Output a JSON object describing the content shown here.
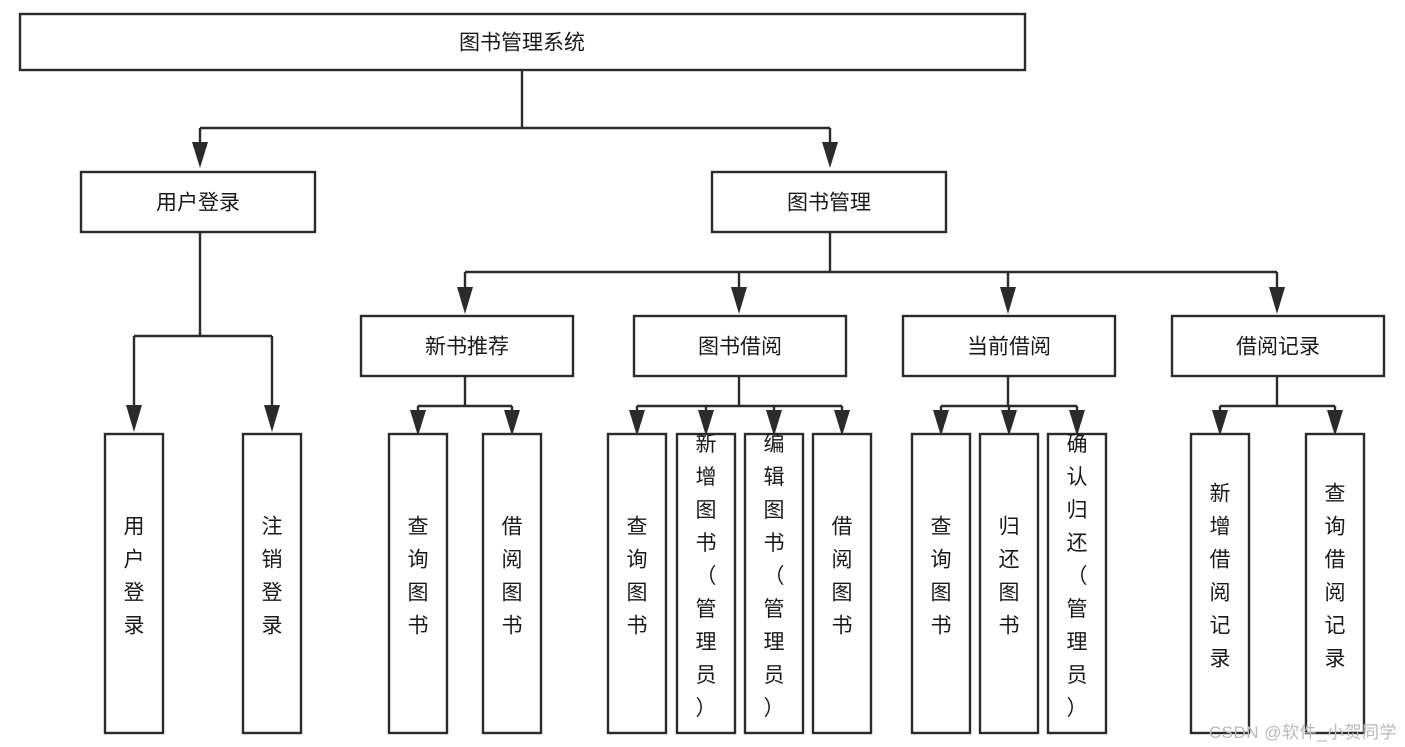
{
  "diagram": {
    "type": "tree-hierarchy",
    "title": "图书管理系统",
    "orientation": "top-down",
    "colors": {
      "box_stroke": "#2b2b2b",
      "box_fill": "#ffffff",
      "text": "#1a1a1a",
      "background": "#ffffff",
      "watermark": "#b9b9b9"
    },
    "root": {
      "label": "图书管理系统"
    },
    "level2": [
      {
        "id": "user-login",
        "label": "用户登录"
      },
      {
        "id": "book-management",
        "label": "图书管理"
      }
    ],
    "level3": [
      {
        "id": "new-book-recommend",
        "label": "新书推荐",
        "parent": "book-management"
      },
      {
        "id": "book-borrow",
        "label": "图书借阅",
        "parent": "book-management"
      },
      {
        "id": "current-borrow",
        "label": "当前借阅",
        "parent": "book-management"
      },
      {
        "id": "borrow-record",
        "label": "借阅记录",
        "parent": "book-management"
      }
    ],
    "leaves": [
      {
        "id": "leaf-user-login",
        "label": "用户登录",
        "parent": "user-login"
      },
      {
        "id": "leaf-user-logout",
        "label": "注销登录",
        "parent": "user-login"
      },
      {
        "id": "leaf-query-book-1",
        "label": "查询图书",
        "parent": "new-book-recommend"
      },
      {
        "id": "leaf-borrow-book-1",
        "label": "借阅图书",
        "parent": "new-book-recommend"
      },
      {
        "id": "leaf-query-book-2",
        "label": "查询图书",
        "parent": "book-borrow"
      },
      {
        "id": "leaf-add-book",
        "label": "新增图书（管理员）",
        "parent": "book-borrow"
      },
      {
        "id": "leaf-edit-book",
        "label": "编辑图书（管理员）",
        "parent": "book-borrow"
      },
      {
        "id": "leaf-borrow-book-2",
        "label": "借阅图书",
        "parent": "book-borrow"
      },
      {
        "id": "leaf-query-book-3",
        "label": "查询图书",
        "parent": "current-borrow"
      },
      {
        "id": "leaf-return-book",
        "label": "归还图书",
        "parent": "current-borrow"
      },
      {
        "id": "leaf-confirm-return",
        "label": "确认归还（管理员）",
        "parent": "current-borrow"
      },
      {
        "id": "leaf-add-record",
        "label": "新增借阅记录",
        "parent": "borrow-record"
      },
      {
        "id": "leaf-query-record",
        "label": "查询借阅记录",
        "parent": "borrow-record"
      }
    ],
    "watermark": "CSDN @软件_小贺同学"
  }
}
